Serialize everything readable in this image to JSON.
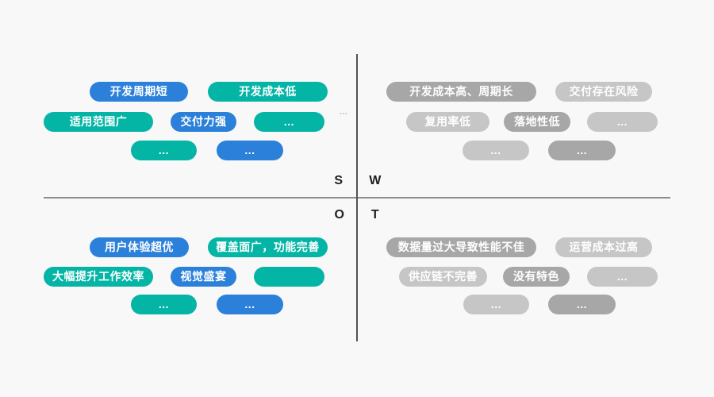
{
  "title": "SWOT quadrant diagram",
  "colors": {
    "background": "#f8f8f8",
    "pill_blue": "#2b80da",
    "pill_teal": "#04b5a6",
    "pill_gray_dark": "#a7a7a7",
    "pill_gray_light": "#c6c6c6",
    "pill_text": "#ffffff",
    "axis_letter": "#1f1f1f",
    "horizontal_line": "#8c8c8c",
    "vertical_line": "#525252",
    "faint_text": "#c9c9c9"
  },
  "axis": {
    "s": "S",
    "w": "W",
    "o": "O",
    "t": "T"
  },
  "faint_ellipsis": "...",
  "quadrants": [
    {
      "name": "strengths",
      "letter": "S",
      "pills": [
        {
          "label": "开发周期短"
        },
        {
          "label": "开发成本低"
        },
        {
          "label": "适用范围广"
        },
        {
          "label": "交付力强"
        },
        {
          "label": "..."
        },
        {
          "label": "..."
        },
        {
          "label": "..."
        }
      ]
    },
    {
      "name": "weaknesses",
      "letter": "W",
      "pills": [
        {
          "label": "开发成本高、周期长"
        },
        {
          "label": "交付存在风险"
        },
        {
          "label": "复用率低"
        },
        {
          "label": "落地性低"
        },
        {
          "label": "..."
        },
        {
          "label": "..."
        },
        {
          "label": "..."
        }
      ]
    },
    {
      "name": "opportunities",
      "letter": "O",
      "pills": [
        {
          "label": "用户体验超优"
        },
        {
          "label": "覆盖面广，功能完善"
        },
        {
          "label": "大幅提升工作效率"
        },
        {
          "label": "视觉盛宴"
        },
        {
          "label": ""
        },
        {
          "label": "..."
        },
        {
          "label": "..."
        }
      ]
    },
    {
      "name": "threats",
      "letter": "T",
      "pills": [
        {
          "label": "数据量过大导致性能不佳"
        },
        {
          "label": "运营成本过高"
        },
        {
          "label": "供应链不完善"
        },
        {
          "label": "没有特色"
        },
        {
          "label": "..."
        },
        {
          "label": "..."
        },
        {
          "label": "..."
        }
      ]
    }
  ]
}
